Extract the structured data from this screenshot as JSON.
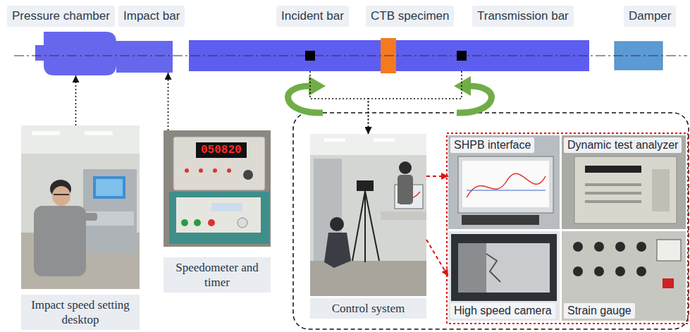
{
  "diagram": {
    "nodes": [
      {
        "text": [
          "Pressure chamber"
        ]
      },
      {
        "text": [
          "Impact bar"
        ]
      },
      {
        "text": [
          "Incident bar"
        ]
      },
      {
        "text": [
          "CTB specimen"
        ]
      },
      {
        "text": [
          "Transmission bar"
        ]
      },
      {
        "text": [
          "Damper"
        ]
      },
      {
        "text": [
          "Impact speed setting desktop"
        ]
      },
      {
        "text": [
          "Speedometer and timer"
        ]
      },
      {
        "text": [
          "Control system"
        ]
      },
      {
        "text": [
          "SHPB interface"
        ]
      },
      {
        "text": [
          "Dynamic test analyzer"
        ]
      },
      {
        "text": [
          "High speed camera"
        ]
      },
      {
        "text": [
          "Strain gauge"
        ]
      }
    ],
    "edges": [
      {
        "from": 6,
        "to": 0,
        "arrow": "to"
      },
      {
        "from": 7,
        "to": 1,
        "arrow": "to"
      },
      {
        "from": 2,
        "to": 8,
        "arrow": "to"
      },
      {
        "from": 4,
        "to": 8,
        "arrow": "to"
      },
      {
        "from": 8,
        "to": 9,
        "arrow": "to"
      },
      {
        "from": 8,
        "to": 11,
        "arrow": "to"
      }
    ],
    "labels": [
      "050820"
    ]
  }
}
